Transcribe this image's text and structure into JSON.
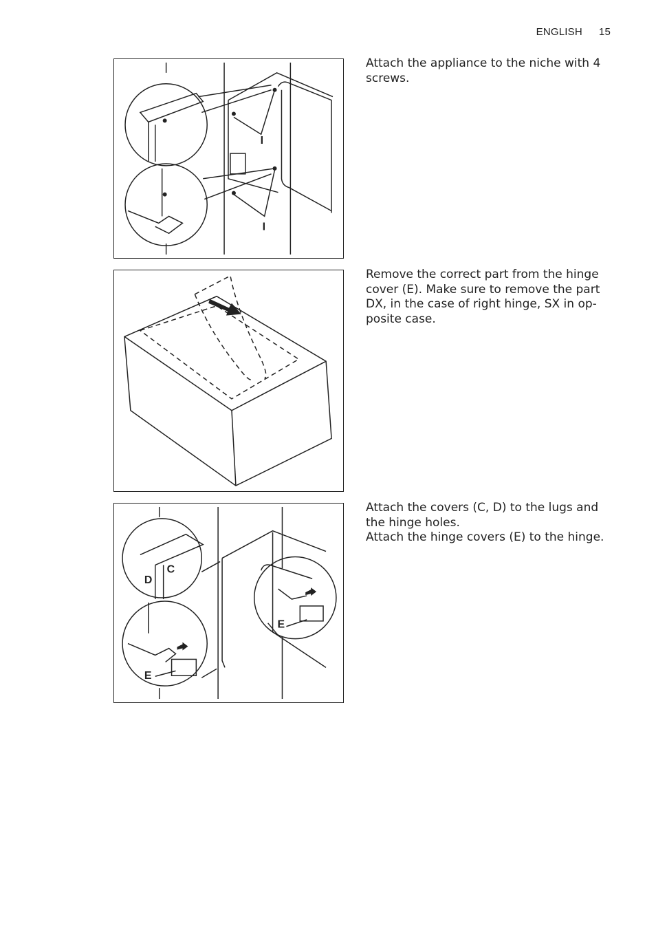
{
  "header": {
    "section": "ENGLISH",
    "page_number": "15"
  },
  "steps": [
    {
      "text": "Attach the appliance to the niche with 4 screws.",
      "figure_labels": [
        "I",
        "I"
      ]
    },
    {
      "text": "Remove the correct part from the hinge cover (E). Make sure to remove the part DX, in the case of right hinge, SX in op-posite case."
    },
    {
      "text_lines": [
        "Attach the covers (C, D) to the lugs and the hinge holes.",
        "Attach the hinge covers (E) to the hinge."
      ],
      "figure_labels": [
        "C",
        "D",
        "E",
        "E"
      ]
    }
  ]
}
